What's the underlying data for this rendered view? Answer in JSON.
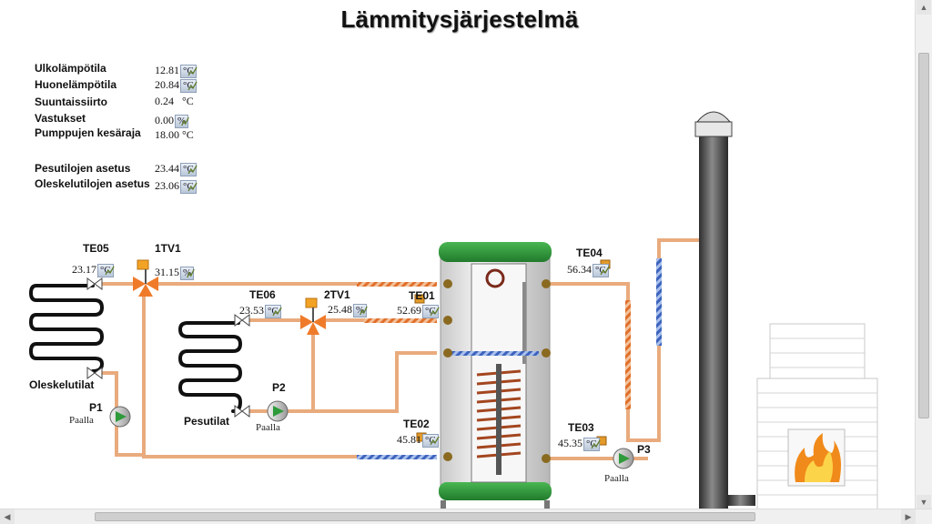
{
  "title": "Lämmitysjärjestelmä",
  "settings": [
    {
      "label": "Ulkolämpötila",
      "value": "12.81",
      "unit": "°C",
      "button": true
    },
    {
      "label": "Huonelämpötila",
      "value": "20.84",
      "unit": "°C",
      "button": true
    },
    {
      "label": "Suuntaissiirto",
      "value": "0.24",
      "unit": "°C",
      "button": false
    },
    {
      "label": "Vastukset",
      "value": "0.00",
      "unit": "%",
      "button": true
    },
    {
      "label": "Pumppujen kesäraja",
      "value": "18.00",
      "unit": "°C",
      "button": false
    },
    {
      "label": "Pesutilojen asetus",
      "value": "23.44",
      "unit": "°C",
      "button": true
    },
    {
      "label": "Oleskelutilojen asetus",
      "value": "23.06",
      "unit": "°C",
      "button": true
    }
  ],
  "sensors": {
    "te05": {
      "name": "TE05",
      "value": "23.17",
      "unit": "°C"
    },
    "tv1": {
      "name": "1TV1",
      "value": "31.15",
      "unit": "%"
    },
    "te06": {
      "name": "TE06",
      "value": "23.53",
      "unit": "°C"
    },
    "tv2": {
      "name": "2TV1",
      "value": "25.48",
      "unit": "%"
    },
    "te01": {
      "name": "TE01",
      "value": "52.69",
      "unit": "°C"
    },
    "te04": {
      "name": "TE04",
      "value": "56.34",
      "unit": "°C"
    },
    "te02": {
      "name": "TE02",
      "value": "45.81",
      "unit": "°C"
    },
    "te03": {
      "name": "TE03",
      "value": "45.35",
      "unit": "°C"
    }
  },
  "pumps": {
    "p1": {
      "name": "P1",
      "status": "Paalla"
    },
    "p2": {
      "name": "P2",
      "status": "Paalla"
    },
    "p3": {
      "name": "P3",
      "status": "Paalla"
    }
  },
  "zones": {
    "oleskelutilat": "Oleskelutilat",
    "pesutilat": "Pesutilat"
  },
  "colors": {
    "pipe_warm": "#e8a878",
    "pipe_hot": "#e07a3a",
    "pipe_cold": "#4a72c4",
    "tank_green": "#2f9a3c",
    "tank_body": "#dedede",
    "chimney": "#4a4a4a",
    "valve_orange": "#ef7b2a"
  },
  "icons": [
    "trend-chart-icon",
    "valve-icon",
    "pump-icon",
    "fire-icon",
    "chimney-icon"
  ]
}
